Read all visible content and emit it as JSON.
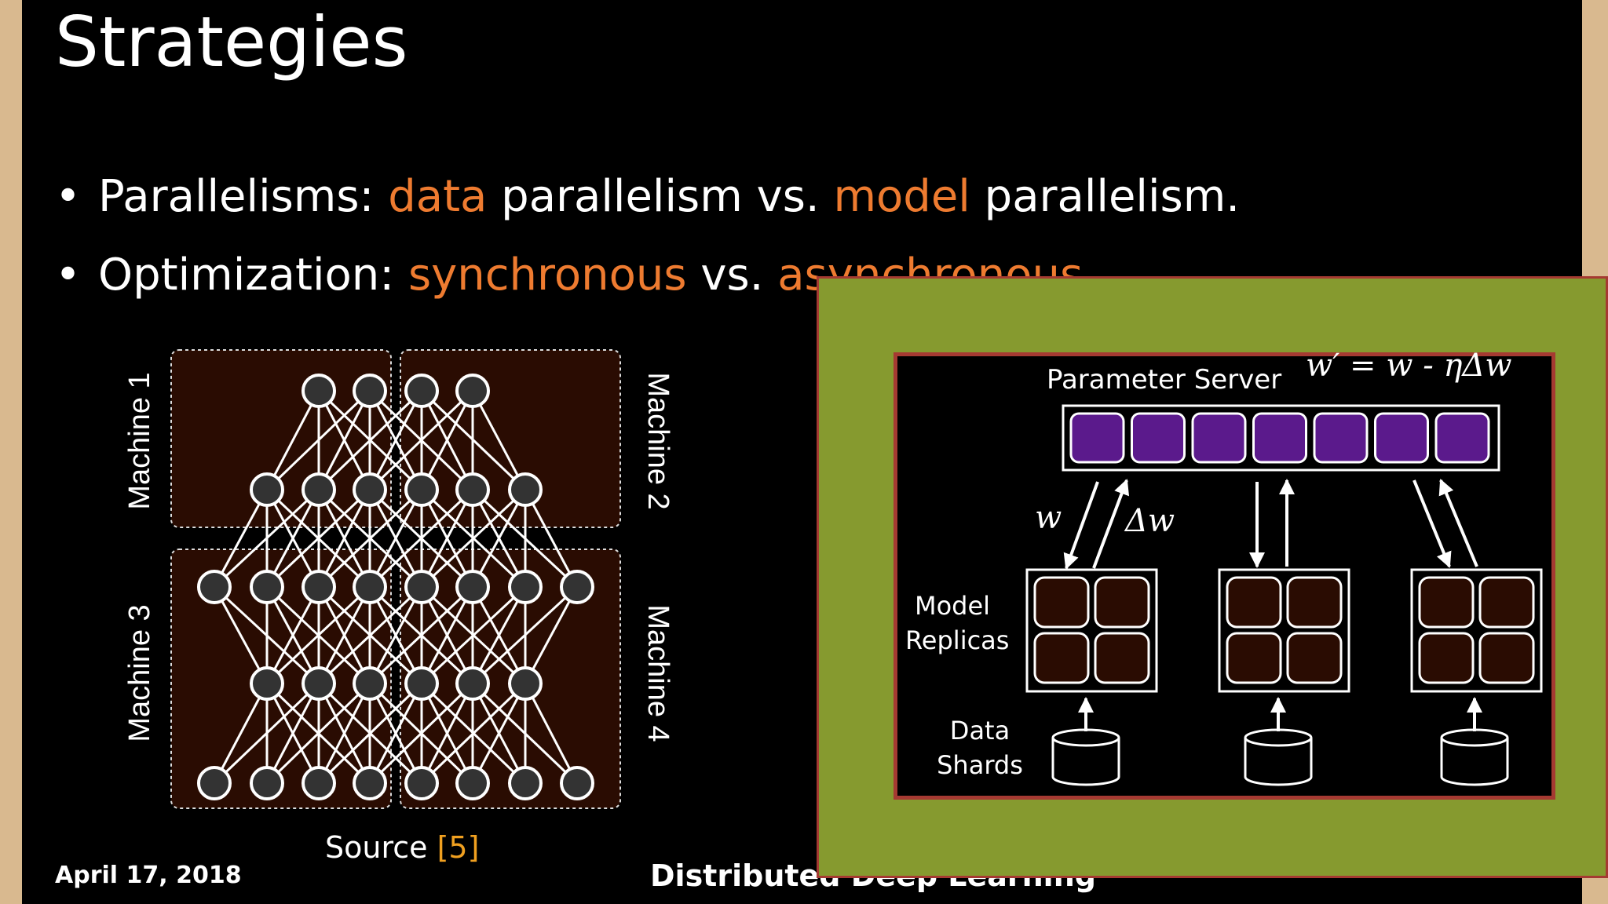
{
  "slide": {
    "title": "Strategies",
    "bullets": [
      {
        "prefix": "Parallelisms: ",
        "term1": "data",
        "middle": " parallelism vs. ",
        "term2": "model",
        "suffix": " parallelism."
      },
      {
        "prefix": "Optimization: ",
        "term1": "synchronous",
        "middle": " vs. ",
        "term2": "asynchronous",
        "suffix": "."
      }
    ],
    "diagram": {
      "machine_labels": [
        "Machine 1",
        "Machine 2",
        "Machine 3",
        "Machine 4"
      ]
    },
    "source": {
      "prefix": "Source ",
      "ref": "[5]"
    },
    "footer": {
      "date": "April 17, 2018",
      "title": "Distributed Deep Learning"
    }
  },
  "overlay": {
    "parameter_server_label": "Parameter Server",
    "formula": "w′ = w - ηΔw",
    "w_label": "w",
    "delta_w_label": "Δw",
    "model_replicas_label": "Model Replicas",
    "data_shards_label": "Data Shards"
  },
  "colors": {
    "accent_orange": "#ee7b30",
    "source_ref": "#f0a020",
    "machine_box": "#2a0c02",
    "ps_purple": "#5b1a8c",
    "overlay_green": "#869a2f",
    "overlay_border": "#a53a32"
  }
}
